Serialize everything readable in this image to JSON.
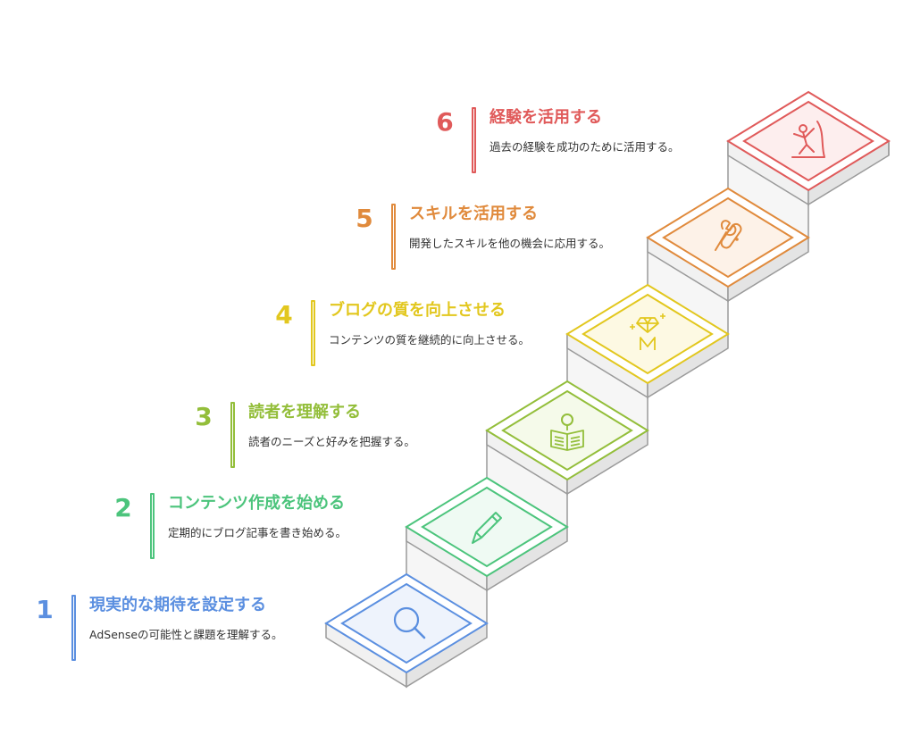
{
  "steps": [
    {
      "num": "1",
      "title": "現実的な期待を設定する",
      "desc": "AdSenseの可能性と課題を理解する。",
      "color": "#5b8fe0",
      "light": "#eef3fc",
      "icon": "magnifier-icon"
    },
    {
      "num": "2",
      "title": "コンテンツ作成を始める",
      "desc": "定期的にブログ記事を書き始める。",
      "color": "#4cc47c",
      "light": "#effaf3",
      "icon": "pencil-icon"
    },
    {
      "num": "3",
      "title": "読者を理解する",
      "desc": "読者のニーズと好みを把握する。",
      "color": "#93be3a",
      "light": "#f5faea",
      "icon": "reader-icon"
    },
    {
      "num": "4",
      "title": "ブログの質を向上させる",
      "desc": "コンテンツの質を継続的に向上させる。",
      "color": "#e2c71e",
      "light": "#fdf9e3",
      "icon": "diamond-icon"
    },
    {
      "num": "5",
      "title": "スキルを活用する",
      "desc": "開発したスキルを他の機会に応用する。",
      "color": "#e08a3c",
      "light": "#fdf2e8",
      "icon": "tools-icon"
    },
    {
      "num": "6",
      "title": "経験を活用する",
      "desc": "過去の経験を成功のために活用する。",
      "color": "#e05a5a",
      "light": "#fdeeee",
      "icon": "climber-icon"
    }
  ]
}
